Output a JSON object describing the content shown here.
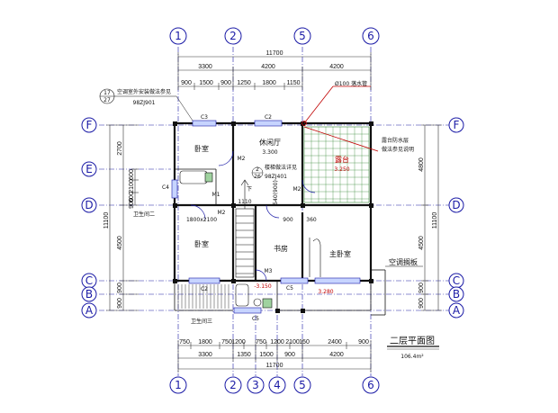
{
  "axes_top": [
    "1",
    "2",
    "5",
    "6"
  ],
  "axes_bottom": [
    "1",
    "2",
    "3",
    "4",
    "5",
    "6"
  ],
  "axes_left": [
    "F",
    "E",
    "D",
    "C",
    "B",
    "A"
  ],
  "axes_right": [
    "F",
    "D",
    "C",
    "B",
    "A"
  ],
  "dims_top": {
    "total": "11700",
    "row1": [
      "3300",
      "4200",
      "4200"
    ],
    "row2": [
      "900",
      "1500",
      "900",
      "1250",
      "1800",
      "1150"
    ]
  },
  "dims_bottom": {
    "total": "11700",
    "row1": [
      "3300",
      "1350",
      "1500",
      "900",
      "4200"
    ],
    "row2": [
      "750",
      "1800",
      "750",
      "1200",
      "750",
      "1200",
      "2100",
      "150",
      "2400",
      "900"
    ]
  },
  "dims_left": {
    "total": "11100",
    "outer": [
      "2700",
      "4500",
      "900",
      "900"
    ],
    "inner": [
      "2100",
      "600",
      "600",
      "900"
    ]
  },
  "dims_right": {
    "total": "11100",
    "outer": [
      "4800",
      "4500",
      "900",
      "900"
    ]
  },
  "rooms": {
    "bedroom_top": "卧室",
    "living": "休闲厅",
    "terrace": "露台",
    "bedroom_bottom": "卧室",
    "study": "书房",
    "master": "主卧室",
    "bath2": "卫生间二",
    "bath3": "卫生间三"
  },
  "levels": {
    "living": "3.300",
    "terrace": "3.250",
    "balcony": "3.280",
    "bath": "-3.150"
  },
  "windows": {
    "c3": "C3",
    "c2_top": "C2",
    "c2_bottom": "C2",
    "c4": "C4",
    "c5": "C5",
    "c5b": "C5",
    "m1": "M1",
    "m2": "M2",
    "m2b": "M2",
    "m3": "M3",
    "m2c": "M2"
  },
  "notes": {
    "ac_ref": "空调室外安装做法参见",
    "ac_atlas": "98ZJ901",
    "ref_num": "17",
    "ref_den": "27",
    "drain": "Ø100 落水管",
    "stair_ref": "楼梯做法详见",
    "stair_atlas": "98ZJ401",
    "stair_num": "2",
    "stair_den": "26",
    "grille": "1800x2100",
    "terrace_note_1": "露台防水层",
    "terrace_note_2": "做法参见说明",
    "d1110": "1110",
    "d540": "540(900)",
    "d900": "900",
    "d360": "360",
    "ac_board": "空调搁板",
    "up_arrow": "下"
  },
  "drawing_title": "二层平面图",
  "drawing_area": "106.4m²",
  "colors": {
    "axis": "#1a1aa6",
    "wall": "#111111",
    "annotation": "#c00000",
    "terrace_grid": "#3a8c3a"
  }
}
